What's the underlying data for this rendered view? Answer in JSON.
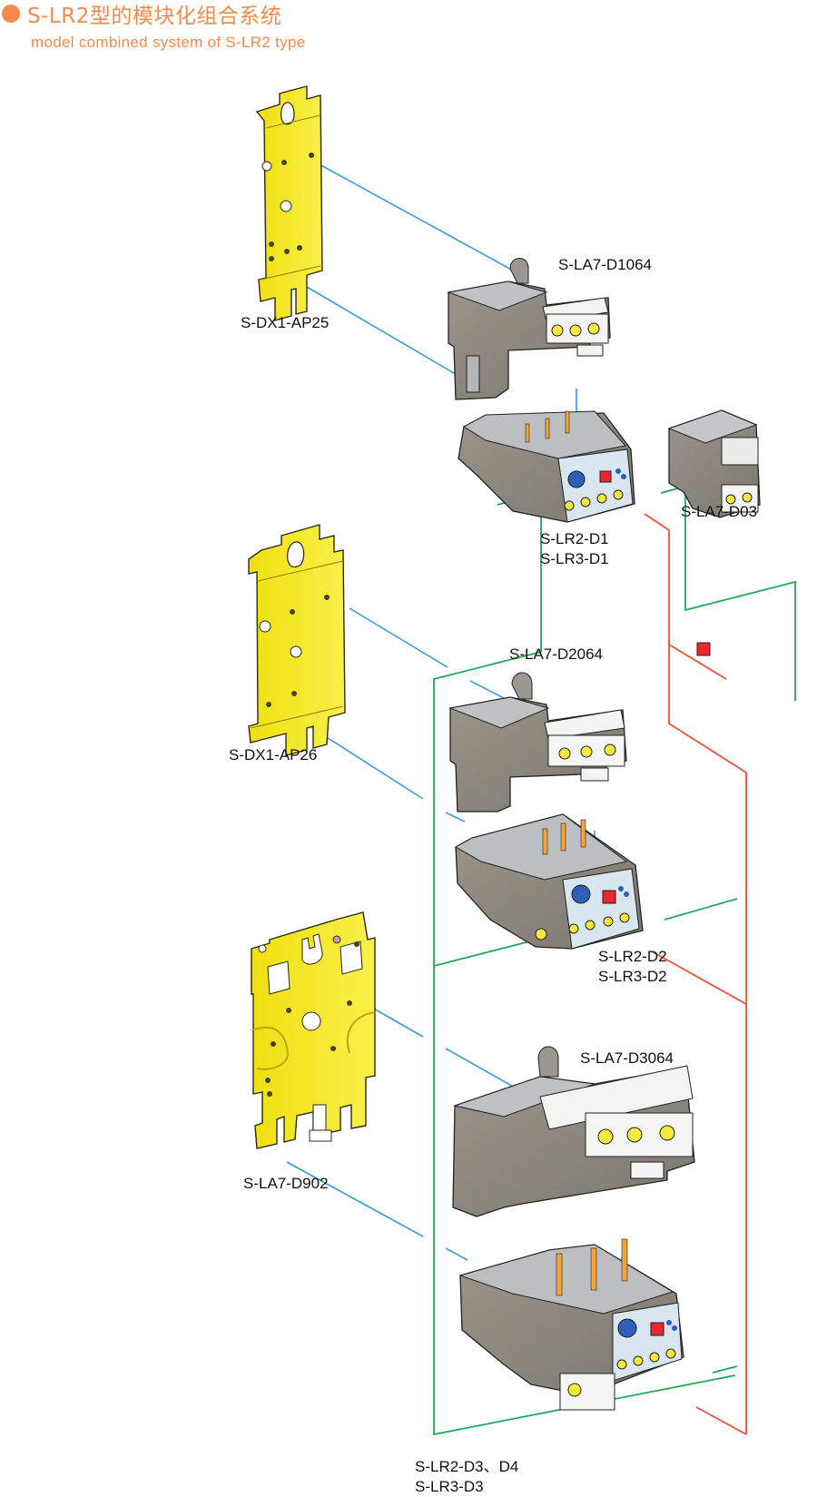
{
  "header": {
    "title": "S-LR2型的模块化组合系统",
    "subtitle": "model combined system of S-LR2 type",
    "bullet_color": "#f58a4b"
  },
  "colors": {
    "title_orange": "#f58a4b",
    "plate_yellow": "#f7e81a",
    "housing_gray": "#8f8a82",
    "housing_light": "#c9cbcd",
    "line_blue": "#3a9ad9",
    "line_green": "#22a85a",
    "line_red": "#f0503a",
    "reset_red": "#e8282a",
    "dial_blue": "#2e5fb8"
  },
  "labels": {
    "dx1_ap25": "S-DX1-AP25",
    "la7_d1064": "S-LA7-D1064",
    "lr2_d1": "S-LR2-D1",
    "lr3_d1": "S-LR3-D1",
    "la7_d03": "S-LA7-D03",
    "dx1_ap26": "S-DX1-AP26",
    "la7_d2064": "S-LA7-D2064",
    "lr2_d2": "S-LR2-D2",
    "lr3_d2": "S-LR3-D2",
    "la7_d902": "S-LA7-D902",
    "la7_d3064": "S-LA7-D3064",
    "lr2_d3_d4": "S-LR2-D3、D4",
    "lr3_d3": "S-LR3-D3"
  }
}
